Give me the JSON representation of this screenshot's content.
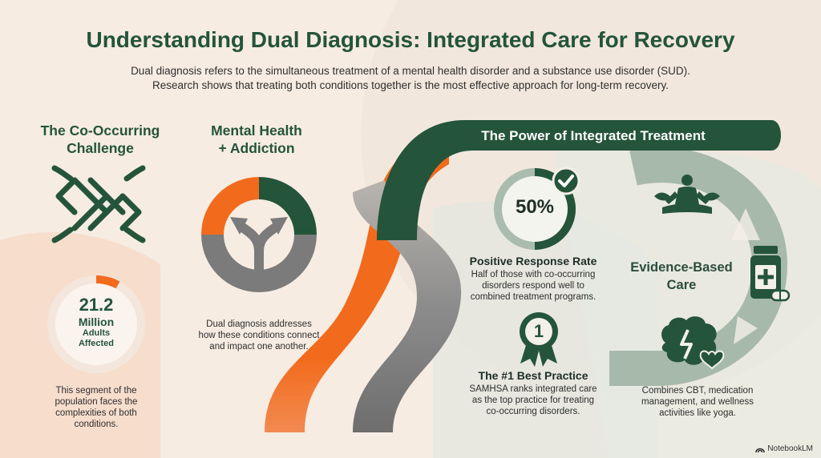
{
  "header": {
    "title": "Understanding Dual Diagnosis: Integrated Care for Recovery",
    "subtitle_line1": "Dual diagnosis refers to the simultaneous treatment of a mental health disorder and a substance use disorder (SUD).",
    "subtitle_line2": "Research shows that treating both conditions together is the most effective approach for long-term recovery."
  },
  "challenge": {
    "heading_line1": "The Co-Occurring",
    "heading_line2": "Challenge",
    "stat_number": "21.2",
    "stat_unit": "Million",
    "stat_sub_line1": "Adults",
    "stat_sub_line2": "Affected",
    "progress_fraction": 0.08,
    "desc_line1": "This segment of the",
    "desc_line2": "population faces the",
    "desc_line3": "complexities of both",
    "desc_line4": "conditions."
  },
  "mental_health": {
    "heading_line1": "Mental Health",
    "heading_line2": "+ Addiction",
    "desc_line1": "Dual diagnosis addresses",
    "desc_line2": "how these conditions connect",
    "desc_line3": "and impact one another."
  },
  "integrated": {
    "banner": "The Power of Integrated Treatment",
    "response": {
      "value": "50%",
      "fraction": 0.5,
      "heading": "Positive Response Rate",
      "desc_line1": "Half of those with co-occurring",
      "desc_line2": "disorders respond well to",
      "desc_line3": "combined treatment programs."
    },
    "best": {
      "badge": "1",
      "heading": "The #1 Best Practice",
      "desc_line1": "SAMHSA ranks integrated care",
      "desc_line2": "as the top practice for treating",
      "desc_line3": "co-occurring disorders."
    }
  },
  "evidence": {
    "heading_line1": "Evidence-Based",
    "heading_line2": "Care",
    "desc_line1": "Combines CBT, medication",
    "desc_line2": "management, and wellness",
    "desc_line3": "activities like yoga."
  },
  "footer": {
    "brand": "NotebookLM"
  },
  "colors": {
    "green": "#24543a",
    "orange": "#f26a1b",
    "gray": "#7b7b7b",
    "sage": "#a9bcae"
  }
}
